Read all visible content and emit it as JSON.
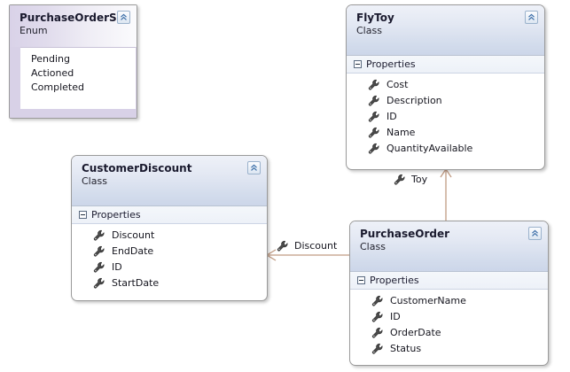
{
  "diagram": {
    "type": "uml-class-diagram",
    "background": "#ffffff",
    "connector_color": "#c09a82"
  },
  "shapes": [
    {
      "id": "purchase-order-status",
      "name": "PurchaseOrderS...",
      "stereotype": "Enum",
      "kind": "enum",
      "collapse_icon": "double-chevron-up-icon",
      "members": [
        "Pending",
        "Actioned",
        "Completed"
      ]
    },
    {
      "id": "fly-toy",
      "name": "FlyToy",
      "stereotype": "Class",
      "kind": "class",
      "collapse_icon": "double-chevron-up-icon",
      "compartment": "Properties",
      "compartment_icon": "minus-box-icon",
      "members": [
        "Cost",
        "Description",
        "ID",
        "Name",
        "QuantityAvailable"
      ],
      "member_icon": "wrench-icon"
    },
    {
      "id": "customer-discount",
      "name": "CustomerDiscount",
      "stereotype": "Class",
      "kind": "class",
      "collapse_icon": "double-chevron-up-icon",
      "compartment": "Properties",
      "compartment_icon": "minus-box-icon",
      "members": [
        "Discount",
        "EndDate",
        "ID",
        "StartDate"
      ],
      "member_icon": "wrench-icon"
    },
    {
      "id": "purchase-order",
      "name": "PurchaseOrder",
      "stereotype": "Class",
      "kind": "class",
      "collapse_icon": "double-chevron-up-icon",
      "compartment": "Properties",
      "compartment_icon": "minus-box-icon",
      "members": [
        "CustomerName",
        "ID",
        "OrderDate",
        "Status"
      ],
      "member_icon": "wrench-icon"
    }
  ],
  "connectors": [
    {
      "id": "toy-association",
      "label": "Toy",
      "icon": "wrench-icon",
      "from": "purchase-order",
      "to": "fly-toy"
    },
    {
      "id": "discount-association",
      "label": "Discount",
      "icon": "wrench-icon",
      "from": "purchase-order",
      "to": "customer-discount"
    }
  ]
}
